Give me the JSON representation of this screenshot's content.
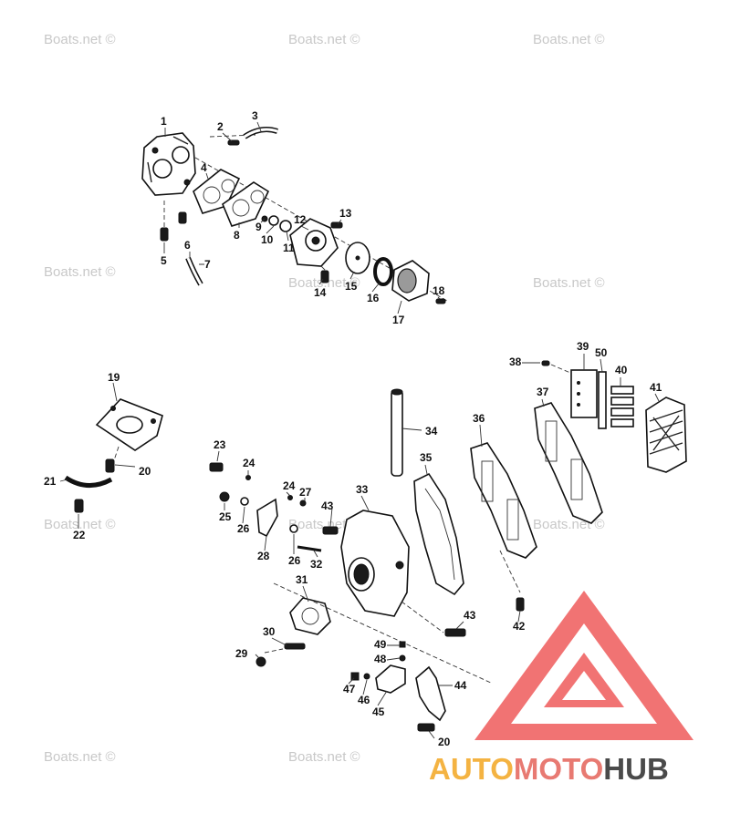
{
  "watermark": "Boats.net ©",
  "brand": {
    "part1": "AUTO",
    "part2": "MOTO",
    "part3": "HUB",
    "color_auto": "#f4b342",
    "color_moto": "#e87a72",
    "color_hub": "#4a4a4a",
    "logo_color": "#ef5b5b"
  },
  "callouts": [
    "1",
    "2",
    "3",
    "4",
    "5",
    "6",
    "7",
    "8",
    "9",
    "10",
    "11",
    "12",
    "13",
    "14",
    "15",
    "16",
    "17",
    "18",
    "19",
    "20",
    "21",
    "22",
    "23",
    "24",
    "24",
    "25",
    "26",
    "26",
    "27",
    "28",
    "29",
    "30",
    "31",
    "32",
    "33",
    "34",
    "35",
    "36",
    "37",
    "38",
    "39",
    "40",
    "41",
    "42",
    "43",
    "43",
    "44",
    "45",
    "46",
    "47",
    "48",
    "49",
    "50",
    "20"
  ]
}
